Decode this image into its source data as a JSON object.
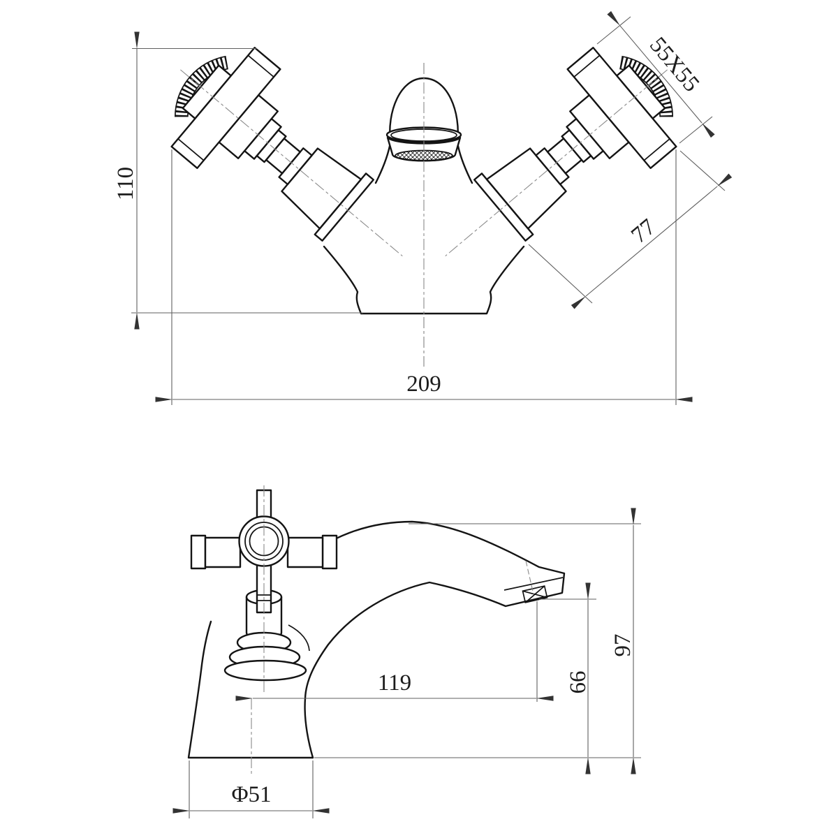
{
  "drawing": {
    "type": "technical-dimension-drawing",
    "subject": "basin mixer tap, two orthographic views",
    "views": {
      "front_view": "tap body with two 45-degree crosshead valves and downward aerator spout",
      "side_view": "tap profile with crosshead handle and curved spout"
    },
    "colors": {
      "background": "#ffffff",
      "object_line": "#141414",
      "dimension_line": "#5f5f5f",
      "centerline": "#8a8a8a",
      "text": "#1c1c1c"
    }
  },
  "dims": {
    "d110": {
      "value": "110",
      "meaning": "front view height"
    },
    "d55": {
      "value": "55X55",
      "meaning": "crosshead handle size"
    },
    "d77": {
      "value": "77",
      "meaning": "valve diagonal length"
    },
    "d209": {
      "value": "209",
      "meaning": "overall width"
    },
    "d119": {
      "value": "119",
      "meaning": "spout reach from centerline"
    },
    "d66": {
      "value": "66",
      "meaning": "aerator height above base"
    },
    "d97": {
      "value": "97",
      "meaning": "overall height"
    },
    "d51": {
      "value": "Φ51",
      "meaning": "base diameter"
    }
  }
}
